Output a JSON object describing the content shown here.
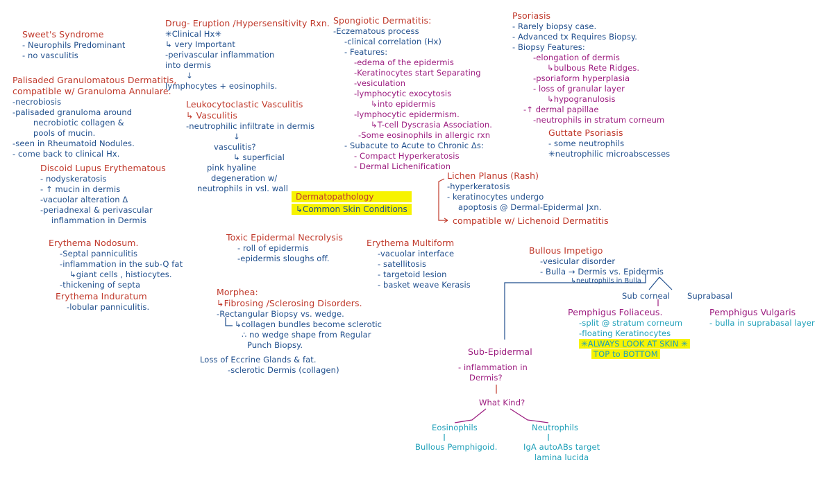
{
  "center": {
    "title": "Dermatopathology",
    "subtitle": "↳Common Skin Conditions"
  },
  "notes": {
    "sweets": {
      "title": "Sweet's Syndrome",
      "lines": [
        "- Neurophils Predominant",
        "- no vasculitis"
      ]
    },
    "palisaded": {
      "title": "Palisaded Granulomatous Dermatitis,",
      "title2": "compatible w/ Granuloma Annulare.",
      "lines": [
        "-necrobiosis",
        "-palisaded granuloma around",
        "necrobiotic collagen &",
        "pools of mucin.",
        "-seen in Rheumatoid Nodules.",
        "- come back to clinical Hx."
      ]
    },
    "discoid": {
      "title": "Discoid Lupus Erythematous",
      "lines": [
        "- nodyskeratosis",
        "- ↑ mucin in dermis",
        "-vacuolar alteration Δ",
        "-periadnexal & perivascular",
        "inflammation in Dermis"
      ]
    },
    "drug": {
      "title": "Drug- Eruption /Hypersensitivity Rxn.",
      "lines": [
        "✳Clinical Hx✳",
        "↳ very Important",
        "-perivascular inflammation",
        "into dermis",
        "↓",
        "lymphocytes + eosinophils."
      ]
    },
    "lcv": {
      "title": "Leukocytoclastic Vasculitis",
      "title2": "↳ Vasculitis",
      "lines": [
        "-neutrophilic infiltrate in dermis",
        "↓",
        "vasculitis?",
        "↳ superficial",
        "pink hyaline",
        "degeneration w/",
        "neutrophils in vsl. wall"
      ]
    },
    "spongiotic": {
      "title": "Spongiotic Dermatitis:",
      "lines": [
        "-Eczematous process",
        "-clinical correlation (Hx)",
        "- Features:",
        "-edema of the epidermis",
        "-Keratinocytes start Separating",
        "-vesiculation",
        "-lymphocytic exocytosis",
        "↳into epidermis",
        "-lymphocytic epidermism.",
        "↳T-cell Dyscrasia Association.",
        "-Some eosinophils in allergic rxn",
        "- Subacute to Acute to Chronic Δs:",
        "- Compact Hyperkeratosis",
        "- Dermal Lichenification"
      ]
    },
    "psoriasis": {
      "title": "Psoriasis",
      "lines": [
        "- Rarely biopsy case.",
        "- Advanced tx Requires Biopsy.",
        "- Biopsy Features:",
        "-elongation of dermis",
        "↳bulbous Rete Ridges.",
        "-psoriaform hyperplasia",
        "- loss of granular layer",
        "↳hypogranulosis",
        "-↑ dermal papillae",
        "-neutrophils in stratum corneum"
      ]
    },
    "guttate": {
      "title": "Guttate Psoriasis",
      "lines": [
        "- some neutrophils",
        "✳neutrophilic microabscesses"
      ]
    },
    "lichen": {
      "title": "Lichen Planus (Rash)",
      "lines": [
        "-hyperkeratosis",
        "- keratinocytes undergo",
        "apoptosis @ Dermal-Epidermal Jxn."
      ],
      "compatible": "compatible w/ Lichenoid Dermatitis"
    },
    "nodosum": {
      "title": "Erythema Nodosum.",
      "lines": [
        "-Septal panniculitis",
        "-inflammation in the sub-Q fat",
        "↳giant cells , histiocytes.",
        "-thickening of septa"
      ]
    },
    "induratum": {
      "title": "Erythema Induratum",
      "lines": [
        "-lobular panniculitis."
      ]
    },
    "ten": {
      "title": "Toxic Epidermal Necrolysis",
      "lines": [
        "- roll of epidermis",
        "-epidermis sloughs off."
      ]
    },
    "morphea": {
      "title": "Morphea:",
      "title2": "↳Fibrosing /Sclerosing Disorders.",
      "lines": [
        "-Rectangular Biopsy vs. wedge.",
        "↳collagen bundles become sclerotic",
        "∴ no wedge shape from Regular",
        "Punch Biopsy.",
        "Loss of Eccrine Glands & fat.",
        "-sclerotic Dermis (collagen)"
      ]
    },
    "multiforme": {
      "title": "Erythema Multiform",
      "lines": [
        "-vacuolar interface",
        "- satellitosis",
        "- targetoid lesion",
        "- basket weave Kerasis"
      ]
    },
    "impetigo": {
      "title": "Bullous Impetigo",
      "lines": [
        "-vesicular disorder",
        "- Bulla → Dermis vs. Epidermis",
        "↳neutrophils in Bulla"
      ]
    },
    "split": {
      "subcorneal": "Sub corneal",
      "suprabasal": "Suprabasal"
    },
    "foliaceus": {
      "title": "Pemphigus Foliaceus.",
      "lines": [
        "-split @ stratum corneum",
        "-floating Keratinocytes"
      ],
      "highlight1": "✳ALWAYS LOOK AT SKIN ✳",
      "highlight2": "TOP to BOTTOM"
    },
    "vulgaris": {
      "title": "Pemphigus Vulgaris",
      "lines": [
        "- bulla in suprabasal layer"
      ]
    },
    "subepidermal": {
      "title": "Sub-Epidermal",
      "lines": [
        "- inflammation in",
        "Dermis?"
      ],
      "question": "What Kind?",
      "eos": "Eosinophils",
      "neut": "Neutrophils",
      "bp": "Bullous Pemphigoid.",
      "iga1": "IgA autoABs target",
      "iga2": "lamina lucida"
    }
  },
  "colors": {
    "red": "#c0392b",
    "blue": "#1f4e8c",
    "magenta": "#9c1c7f",
    "teal": "#1e9fb8",
    "highlight": "#f7f300"
  }
}
